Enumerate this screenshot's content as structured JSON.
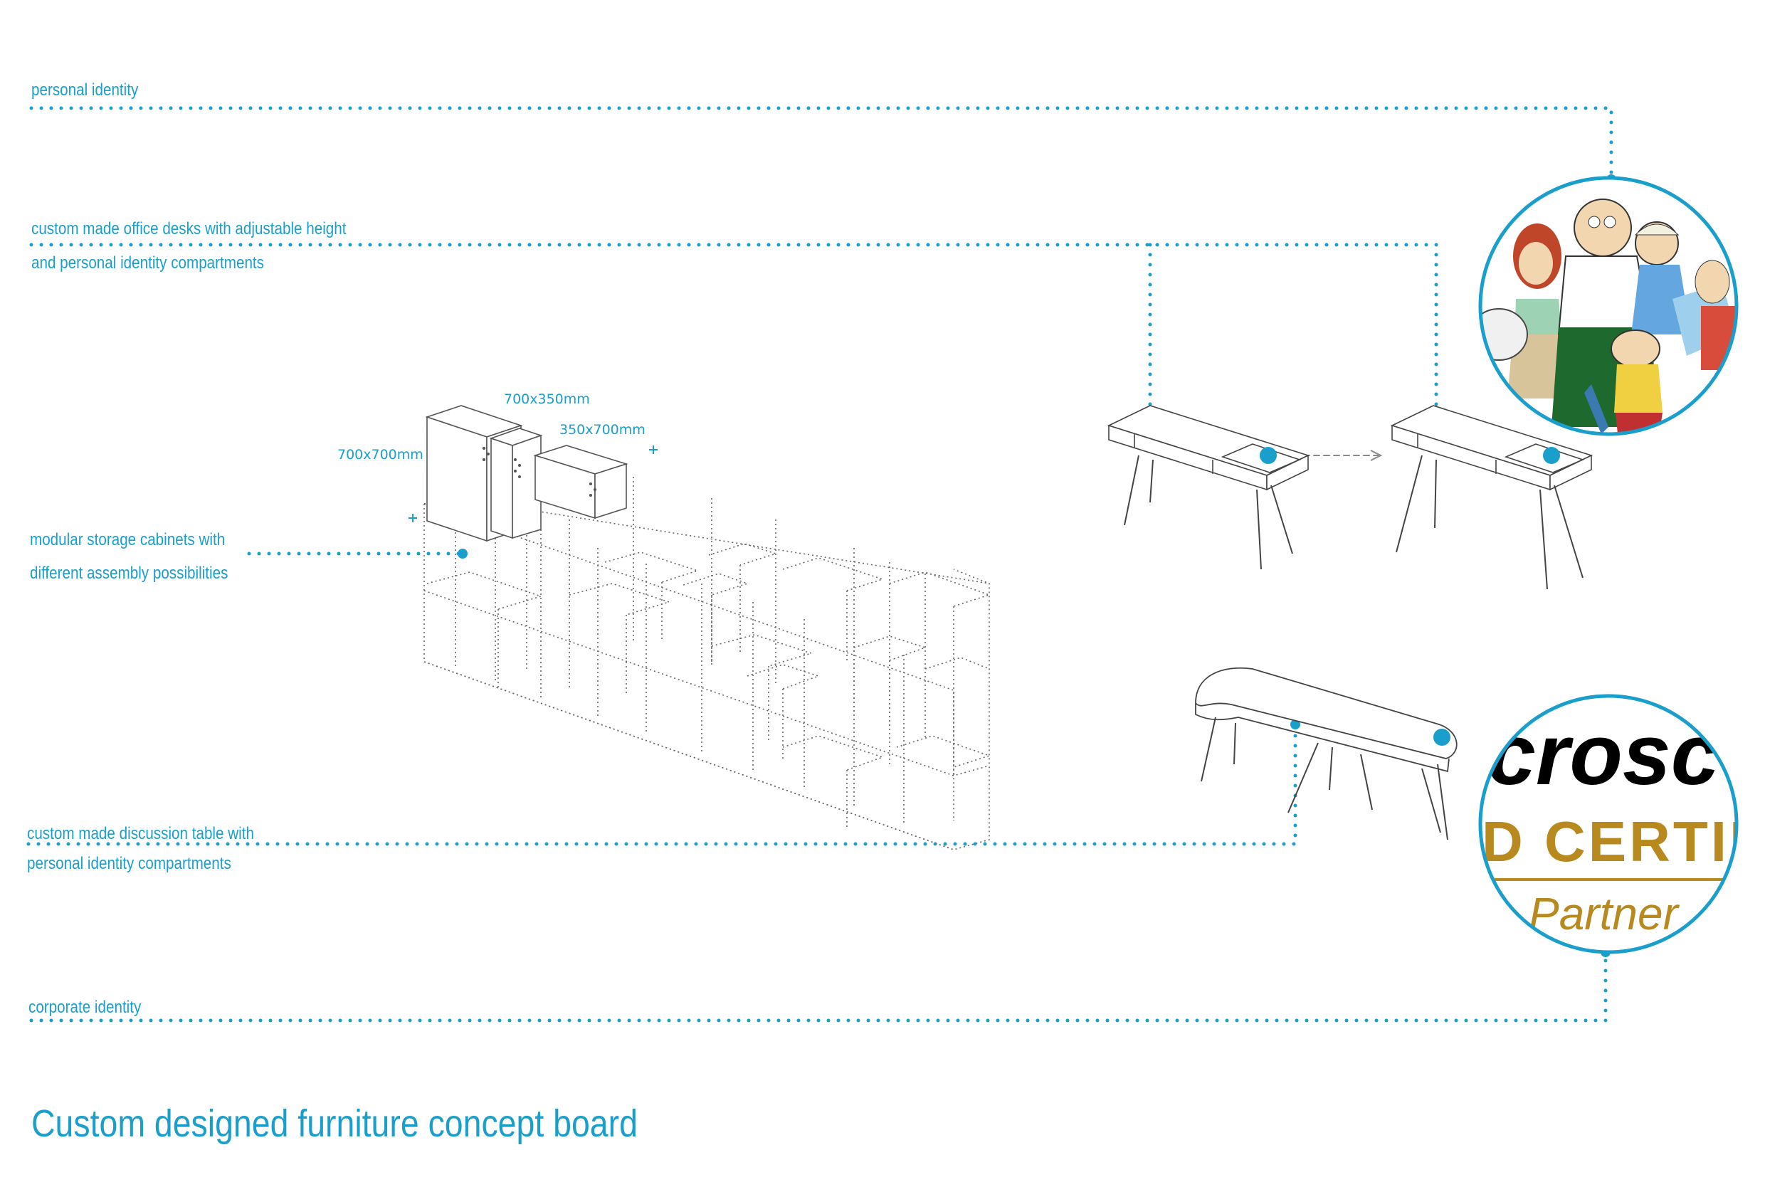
{
  "labels": {
    "personal_identity": "personal identity",
    "office_desks_line1": "custom made office desks with adjustable height",
    "office_desks_line2": "and personal identity compartments",
    "storage_line1": "modular storage cabinets with",
    "storage_line2": "different assembly possibilities",
    "discussion_line1": "custom made discussion table with",
    "discussion_line2": "personal identity compartments",
    "corporate_identity": "corporate identity"
  },
  "dimensions": {
    "top": "700x350mm",
    "middle": "350x700mm",
    "left": "700x700mm"
  },
  "logo": {
    "word_fragment": "crosc",
    "cert_fragment": "D CERTIF",
    "partner": "Partner"
  },
  "title": "Custom designed furniture concept board",
  "colors": {
    "accent": "#1a9fcc",
    "gold": "#b8891e",
    "line": "#555555"
  }
}
